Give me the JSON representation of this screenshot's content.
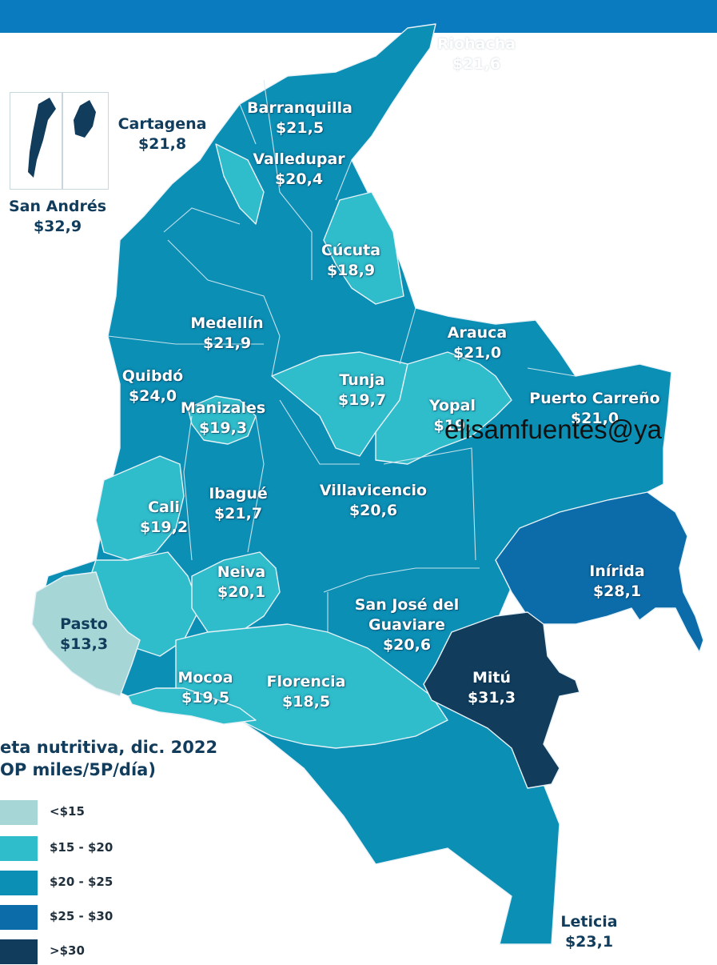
{
  "colors": {
    "banner": "#0b7bbf",
    "lt15": "#a6d7d6",
    "r15_20": "#2fbccb",
    "r20_25": "#0b8fb5",
    "r25_30": "#0c6ca9",
    "gt30": "#113c5c"
  },
  "legend": {
    "title_line1": "eta nutritiva, dic. 2022",
    "title_line2": "OP miles/5P/día)",
    "items": [
      {
        "label": "<$15",
        "color": "#a6d7d6"
      },
      {
        "label": "$15 - $20",
        "color": "#2fbccb"
      },
      {
        "label": "$20 - $25",
        "color": "#0b8fb5"
      },
      {
        "label": "$25 - $30",
        "color": "#0c6ca9"
      },
      {
        "label": ">$30",
        "color": "#113c5c"
      }
    ]
  },
  "cities": {
    "riohacha": {
      "name": "Riohacha",
      "value": "$21,6"
    },
    "cartagena": {
      "name": "Cartagena",
      "value": "$21,8"
    },
    "barranquilla": {
      "name": "Barranquilla",
      "value": "$21,5"
    },
    "valledupar": {
      "name": "Valledupar",
      "value": "$20,4"
    },
    "san_andres": {
      "name": "San Andrés",
      "value": "$32,9"
    },
    "cucuta": {
      "name": "Cúcuta",
      "value": "$18,9"
    },
    "medellin": {
      "name": "Medellín",
      "value": "$21,9"
    },
    "arauca": {
      "name": "Arauca",
      "value": "$21,0"
    },
    "quibdo": {
      "name": "Quibdó",
      "value": "$24,0"
    },
    "tunja": {
      "name": "Tunja",
      "value": "$19,7"
    },
    "yopal": {
      "name": "Yopal",
      "value": "$19,"
    },
    "puerto_carreno": {
      "name": "Puerto Carreño",
      "value": "$21,0"
    },
    "manizales": {
      "name": "Manizales",
      "value": "$19,3"
    },
    "ibague": {
      "name": "Ibagué",
      "value": "$21,7"
    },
    "villavicencio": {
      "name": "Villavicencio",
      "value": "$20,6"
    },
    "cali": {
      "name": "Cali",
      "value": "$19,2"
    },
    "inirida": {
      "name": "Inírida",
      "value": "$28,1"
    },
    "neiva": {
      "name": "Neiva",
      "value": "$20,1"
    },
    "san_jose": {
      "name1": "San José del",
      "name2": "Guaviare",
      "value": "$20,6"
    },
    "pasto": {
      "name": "Pasto",
      "value": "$13,3"
    },
    "mitu": {
      "name": "Mitú",
      "value": "$31,3"
    },
    "mocoa": {
      "name": "Mocoa",
      "value": "$19,5"
    },
    "florencia": {
      "name": "Florencia",
      "value": "$18,5"
    },
    "leticia": {
      "name": "Leticia",
      "value": "$23,1"
    }
  },
  "watermark": "elisamfuentes@ya"
}
